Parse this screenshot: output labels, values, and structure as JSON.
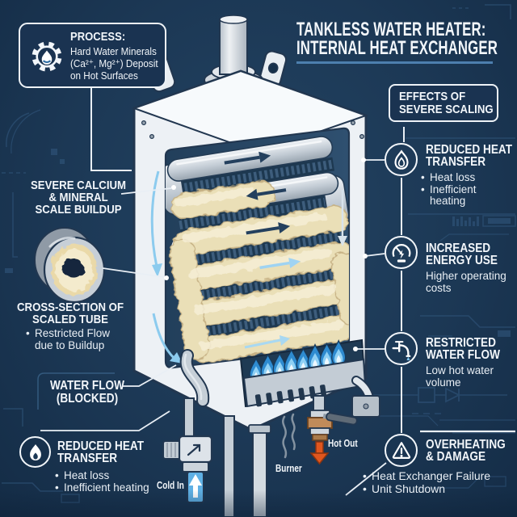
{
  "colors": {
    "background": "#1c3855",
    "accent_line": "#4d7fae",
    "callout_line": "#e9eff5",
    "scale_deposit": "#eadfb7",
    "flame_blue": "#2e8bd0",
    "cold_blue": "#5fb0e4",
    "hot_orange": "#e0561e",
    "circuit_decor": "#31567c"
  },
  "header": {
    "title_line1": "TANKLESS WATER HEATER:",
    "title_line2": "INTERNAL HEAT EXCHANGER"
  },
  "process_box": {
    "icon": "gear-droplet-icon",
    "heading": "PROCESS:",
    "line1": "Hard Water Minerals",
    "line2": "(Ca²⁺, Mg²⁺) Deposit",
    "line3": "on Hot Surfaces"
  },
  "effects_panel": {
    "header_line1": "EFFECTS OF",
    "header_line2": "SEVERE SCALING",
    "items": [
      {
        "icon": "flame-icon",
        "title_line1": "REDUCED HEAT",
        "title_line2": "TRANSFER",
        "bullets": [
          "Heat loss",
          "Inefficient heating"
        ]
      },
      {
        "icon": "gauge-icon",
        "title_line1": "INCREASED",
        "title_line2": "ENERGY USE",
        "subtext": "Higher operating costs"
      },
      {
        "icon": "faucet-icon",
        "title_line1": "RESTRICTED",
        "title_line2": "WATER FLOW",
        "subtext": "Low hot water volume"
      },
      {
        "icon": "warning-icon",
        "title_line1": "OVERHEATING",
        "title_line2": "& DAMAGE",
        "bullets": [
          "Heat Exchanger Failure",
          "Unit Shutdown"
        ]
      }
    ]
  },
  "left_callouts": {
    "scale_buildup": {
      "line1": "SEVERE CALCIUM",
      "line2": "& MINERAL",
      "line3": "SCALE BUILDUP"
    },
    "cross_section": {
      "title_line1": "CROSS-SECTION OF",
      "title_line2": "SCALED TUBE",
      "bullet": "Restricted Flow due to Buildup"
    },
    "water_flow": {
      "line1": "WATER FLOW",
      "line2": "(BLOCKED)"
    },
    "reduced_heat": {
      "icon": "flame-icon",
      "title_line1": "REDUCED HEAT",
      "title_line2": "TRANSFER",
      "bullets": [
        "Heat loss",
        "Inefficient heating"
      ]
    }
  },
  "diagram_labels": {
    "cold_in": "Cold In",
    "burner": "Burner",
    "hot_out": "Hot Out"
  }
}
